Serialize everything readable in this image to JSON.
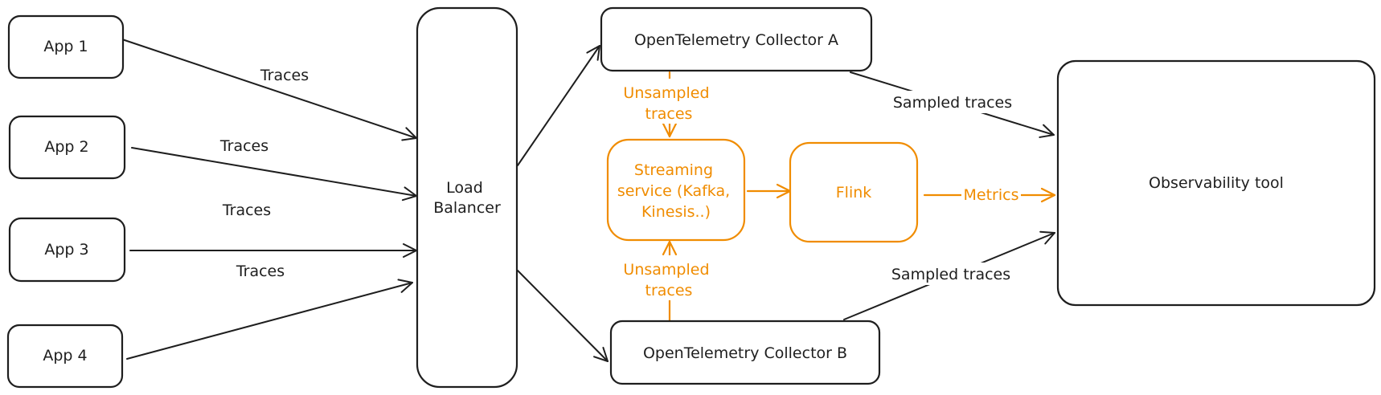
{
  "nodes": {
    "app1": "App 1",
    "app2": "App 2",
    "app3": "App 3",
    "app4": "App 4",
    "load_balancer": [
      "Load",
      "Balancer"
    ],
    "collector_a": "OpenTelemetry Collector A",
    "collector_b": "OpenTelemetry Collector B",
    "streaming": [
      "Streaming",
      "service (Kafka,",
      "Kinesis..)"
    ],
    "flink": "Flink",
    "observability": "Observability tool"
  },
  "edges": {
    "app1_traces": "Traces",
    "app2_traces": "Traces",
    "app3_traces": "Traces",
    "app4_traces": "Traces",
    "a_to_stream": [
      "Unsampled",
      "traces"
    ],
    "b_to_stream": [
      "Unsampled",
      "traces"
    ],
    "a_to_obs": "Sampled traces",
    "b_to_obs": "Sampled traces",
    "flink_to_obs": "Metrics"
  },
  "colors": {
    "stroke": "#1e1e1e",
    "accent": "#f08c00",
    "background": "#ffffff"
  }
}
